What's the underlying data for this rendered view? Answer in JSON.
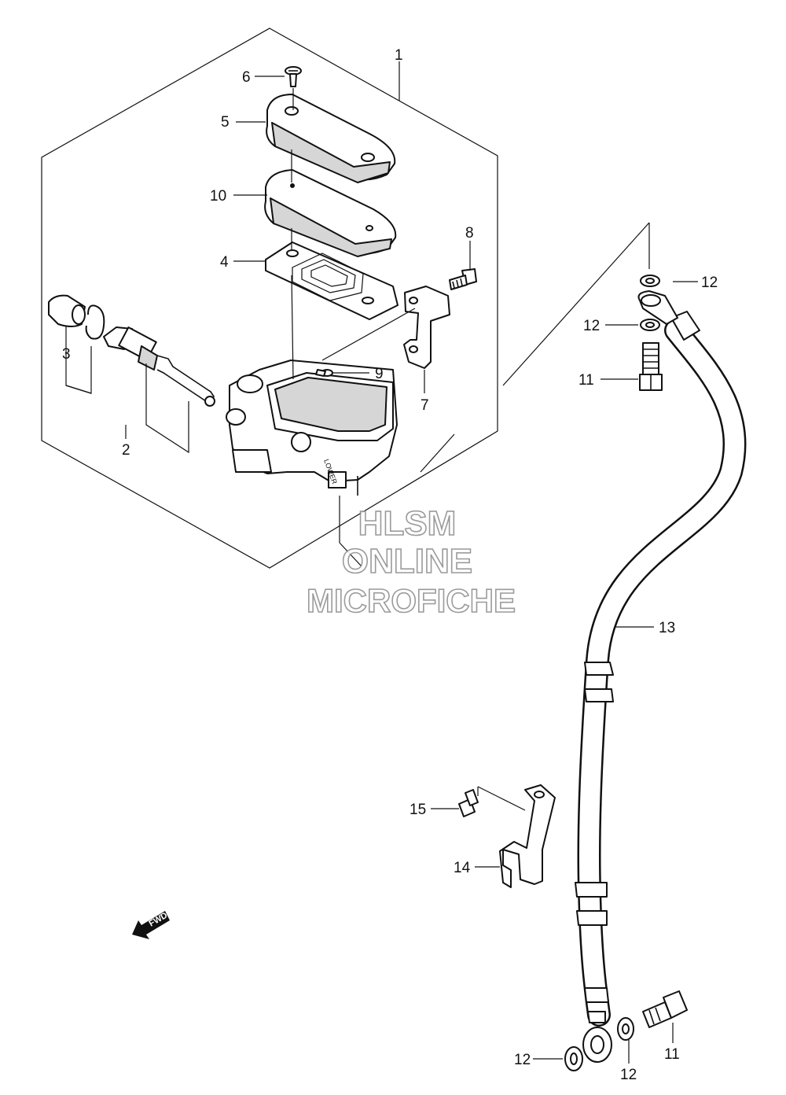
{
  "labels": {
    "l1": "1",
    "l2": "2",
    "l3": "3",
    "l4": "4",
    "l5": "5",
    "l6": "6",
    "l7": "7",
    "l8": "8",
    "l9": "9",
    "l10": "10",
    "l11a": "11",
    "l11b": "11",
    "l12a": "12",
    "l12b": "12",
    "l12c": "12",
    "l12d": "12",
    "l13": "13",
    "l14": "14",
    "l15": "15"
  },
  "watermark": {
    "line1": "HLSM",
    "line2": "ONLINE",
    "line3": "MICROFICHE"
  },
  "direction": "FWD"
}
